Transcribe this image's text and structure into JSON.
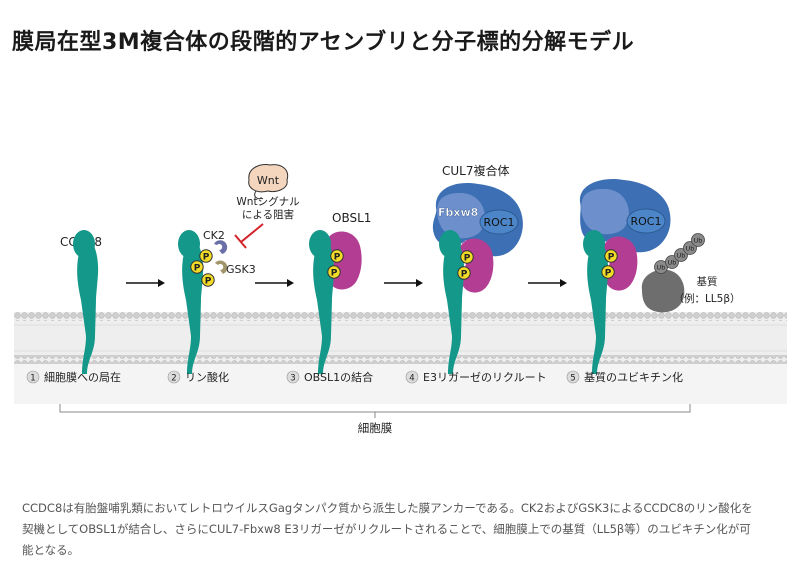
{
  "title": "膜局在型3M複合体の段階的アセンブリと分子標的分解モデル",
  "labels": {
    "ccdc8": "CCDC8",
    "ck2": "CK2",
    "gsk3": "GSK3",
    "p": "P",
    "wnt": "Wnt",
    "wnt_signal_line1": "Wntシグナル",
    "wnt_signal_line2": "による阻害",
    "obsl1": "OBSL1",
    "cul7_complex": "CUL7複合体",
    "fbxw8": "Fbxw8",
    "roc1": "ROC1",
    "ub": "Ub",
    "substrate_line1": "基質",
    "substrate_line2": "（例：LL5β）",
    "cell_membrane": "細胞膜"
  },
  "steps": [
    {
      "num": "1",
      "label": "細胞膜への局在"
    },
    {
      "num": "2",
      "label": "リン酸化"
    },
    {
      "num": "3",
      "label": "OBSL1の結合"
    },
    {
      "num": "4",
      "label": "E3リガーゼのリクルート"
    },
    {
      "num": "5",
      "label": "基質のユビキチン化"
    }
  ],
  "caption": "CCDC8は有胎盤哺乳類においてレトロウイルスGagタンパク質から派生した膜アンカーである。CK2およびGSK3によるCCDC8のリン酸化を契機としてOBSL1が結合し、さらにCUL7-Fbxw8 E3リガーゼがリクルートされることで、細胞膜上での基質（LL5β等）のユビキチン化が可能となる。",
  "colors": {
    "ccdc8": "#14988a",
    "obsl1": "#b33d93",
    "cul7": "#3c6fb3",
    "fbxw8": "#6d8fcc",
    "roc1": "#4d86c8",
    "substrate": "#6e6e6e",
    "phospho": "#f2dc27",
    "wnt": "#f4d5bd",
    "inhibit": "#d2232a",
    "membrane": "#c9c9c9"
  }
}
